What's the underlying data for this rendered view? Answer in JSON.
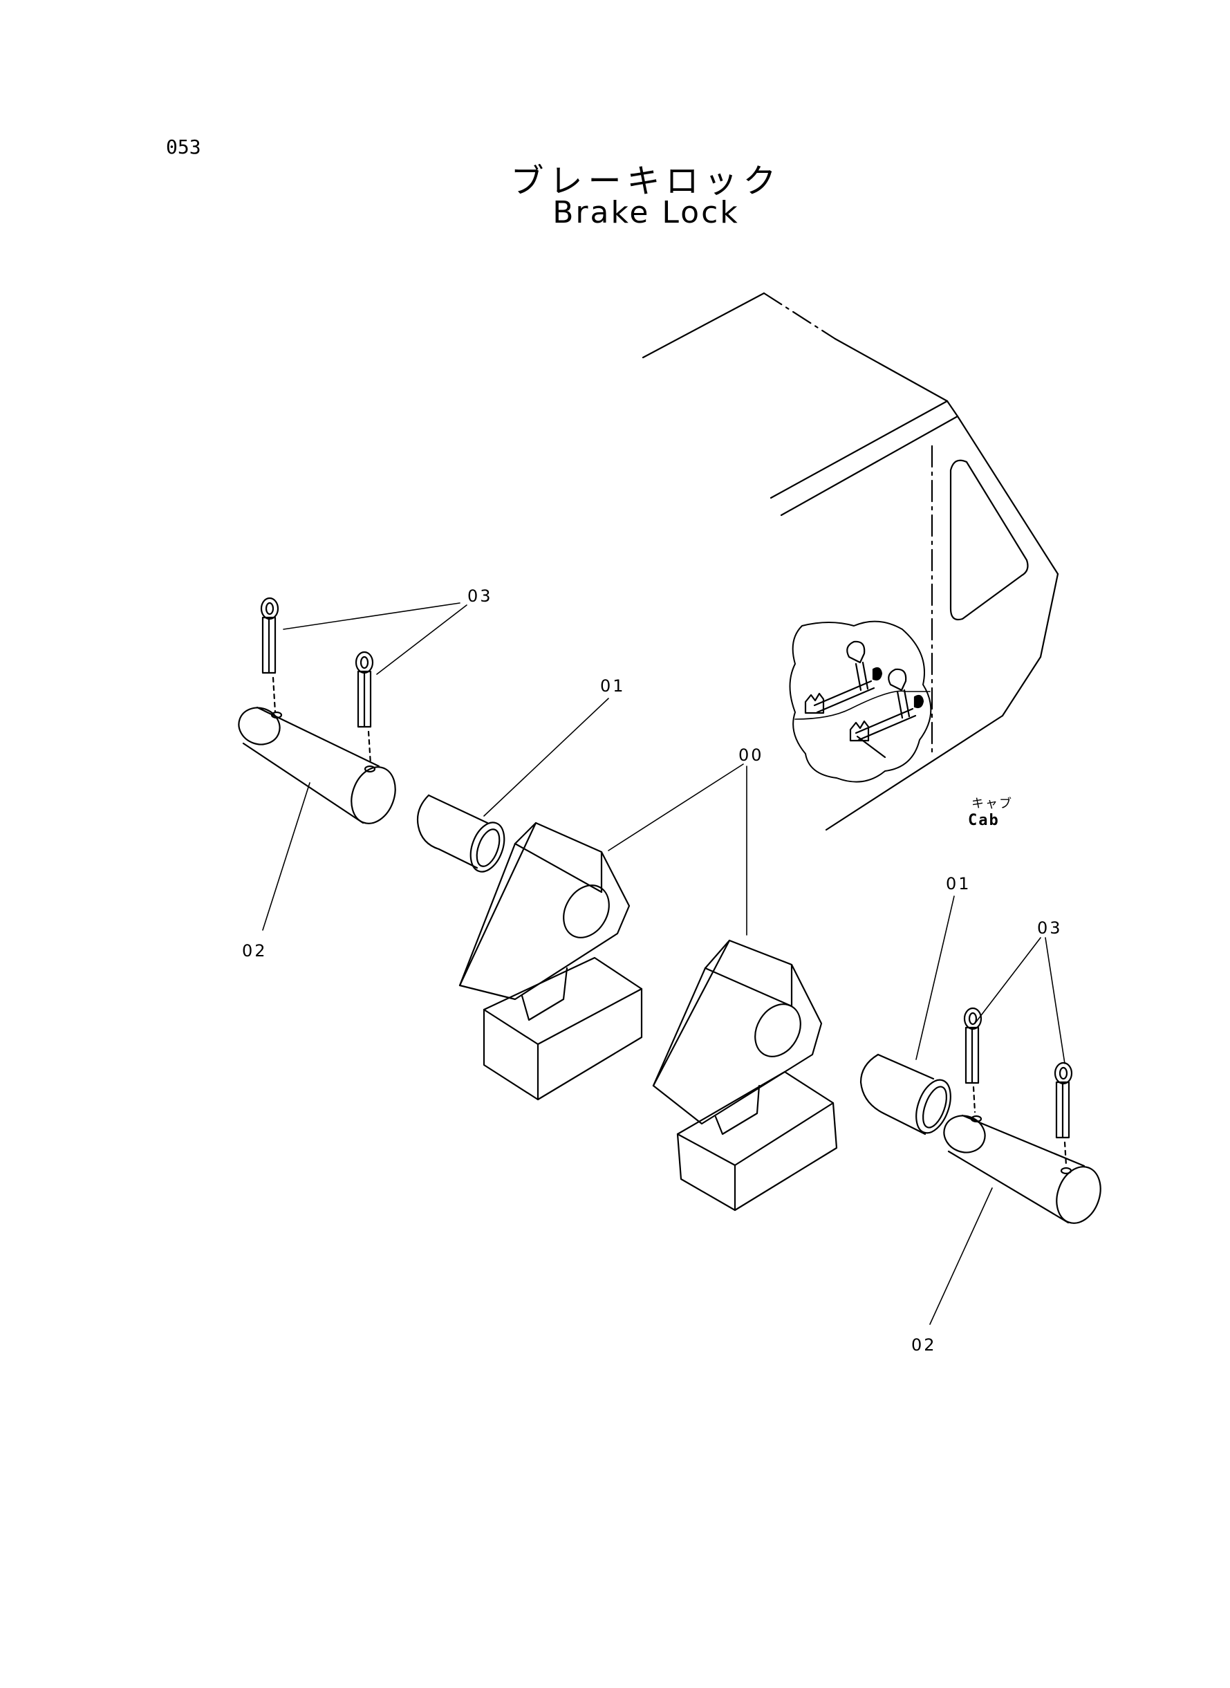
{
  "page": {
    "number": "053"
  },
  "title": {
    "japanese": "ブレーキロック",
    "english": "Brake Lock"
  },
  "callouts": {
    "c03_left": "03",
    "c01_upper": "01",
    "c00": "00",
    "c02_left": "02",
    "c01_right": "01",
    "c03_right": "03",
    "c02_right": "02"
  },
  "cab_label": {
    "japanese": "キャブ",
    "english": "Cab"
  }
}
